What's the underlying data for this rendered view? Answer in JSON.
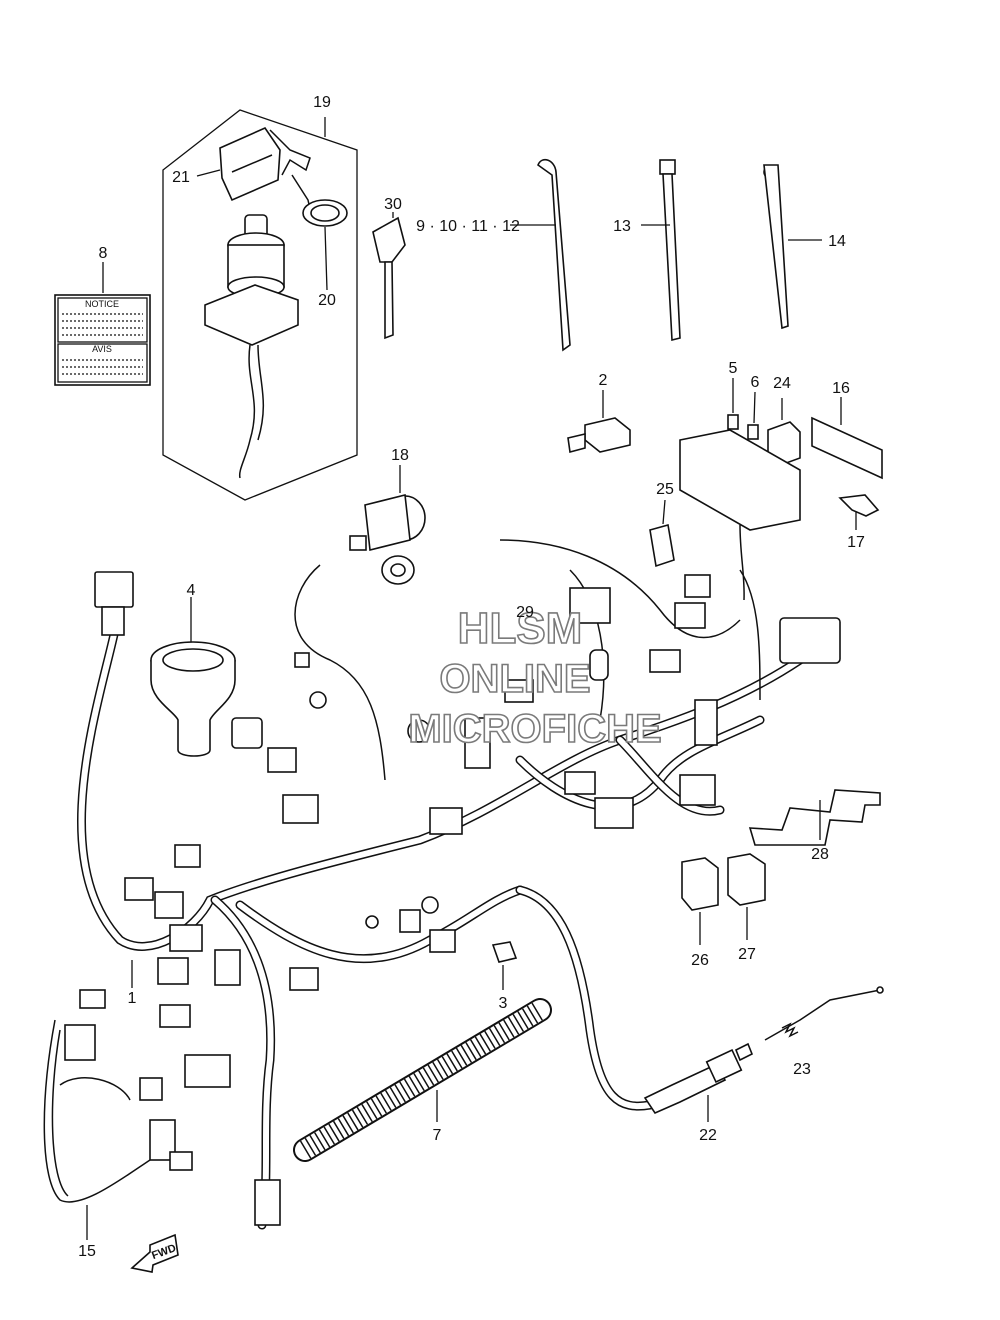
{
  "diagram": {
    "watermark": {
      "line1": "HLSM",
      "line2": "ONLINE",
      "line3": "MICROFICHE"
    },
    "fwd_label": "FWD",
    "notice_label": {
      "title1": "NOTICE",
      "title2": "AVIS"
    },
    "callouts": [
      {
        "id": "1",
        "text": "1"
      },
      {
        "id": "2",
        "text": "2"
      },
      {
        "id": "3",
        "text": "3"
      },
      {
        "id": "4",
        "text": "4"
      },
      {
        "id": "5",
        "text": "5"
      },
      {
        "id": "6",
        "text": "6"
      },
      {
        "id": "7",
        "text": "7"
      },
      {
        "id": "8",
        "text": "8"
      },
      {
        "id": "9-12",
        "text": "9 · 10 · 11 · 12"
      },
      {
        "id": "13",
        "text": "13"
      },
      {
        "id": "14",
        "text": "14"
      },
      {
        "id": "15",
        "text": "15"
      },
      {
        "id": "16",
        "text": "16"
      },
      {
        "id": "17",
        "text": "17"
      },
      {
        "id": "18",
        "text": "18"
      },
      {
        "id": "19",
        "text": "19"
      },
      {
        "id": "20",
        "text": "20"
      },
      {
        "id": "21",
        "text": "21"
      },
      {
        "id": "22",
        "text": "22"
      },
      {
        "id": "23",
        "text": "23"
      },
      {
        "id": "24",
        "text": "24"
      },
      {
        "id": "25",
        "text": "25"
      },
      {
        "id": "26",
        "text": "26"
      },
      {
        "id": "27",
        "text": "27"
      },
      {
        "id": "28",
        "text": "28"
      },
      {
        "id": "29",
        "text": "29"
      },
      {
        "id": "30",
        "text": "30"
      }
    ]
  }
}
